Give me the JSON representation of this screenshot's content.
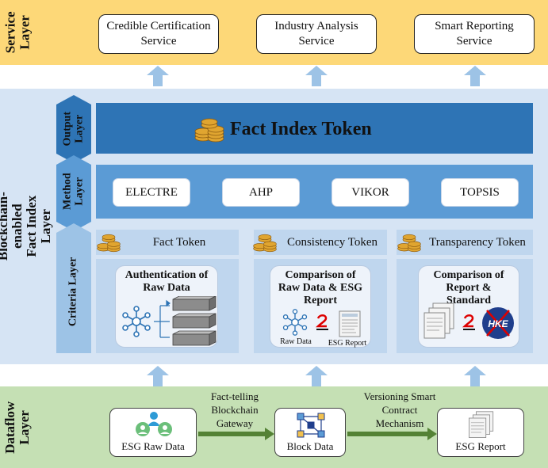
{
  "service_layer": {
    "label": "Service Layer",
    "services": [
      "Credible Certification Service",
      "Industry Analysis Service",
      "Smart Reporting Service"
    ]
  },
  "fact_index_layer": {
    "label": "Blockchain-enabled Fact Index Layer",
    "output": {
      "label": "Output Layer",
      "title": "Fact Index Token"
    },
    "method": {
      "label": "Method Layer",
      "items": [
        "ELECTRE",
        "AHP",
        "VIKOR",
        "TOPSIS"
      ]
    },
    "criteria": {
      "label": "Criteria Layer",
      "tokens": [
        "Fact Token",
        "Consistency Token",
        "Transparency Token"
      ],
      "cards": [
        {
          "title": "Authentication of Raw Data"
        },
        {
          "title": "Comparison of Raw Data & ESG Report",
          "left_caption": "Raw Data",
          "right_caption": "ESG Report"
        },
        {
          "title": "Comparison of Report & Standard",
          "logo_text": "HKE"
        }
      ]
    }
  },
  "dataflow_layer": {
    "label": "Dataflow Layer",
    "nodes": [
      "ESG Raw Data",
      "Block Data",
      "ESG Report"
    ],
    "edges": [
      "Fact-telling Blockchain Gateway",
      "Versioning Smart Contract Mechanism"
    ]
  },
  "colors": {
    "service_bg": "#fdd878",
    "fact_layer_bg": "#d6e4f4",
    "output_bar": "#2e74b5",
    "method_bar": "#5b9bd5",
    "criteria_bg": "#bfd6ee",
    "dataflow_bg": "#c5e0b4",
    "green_arrow": "#548235",
    "up_arrow": "#9dc3e6"
  }
}
